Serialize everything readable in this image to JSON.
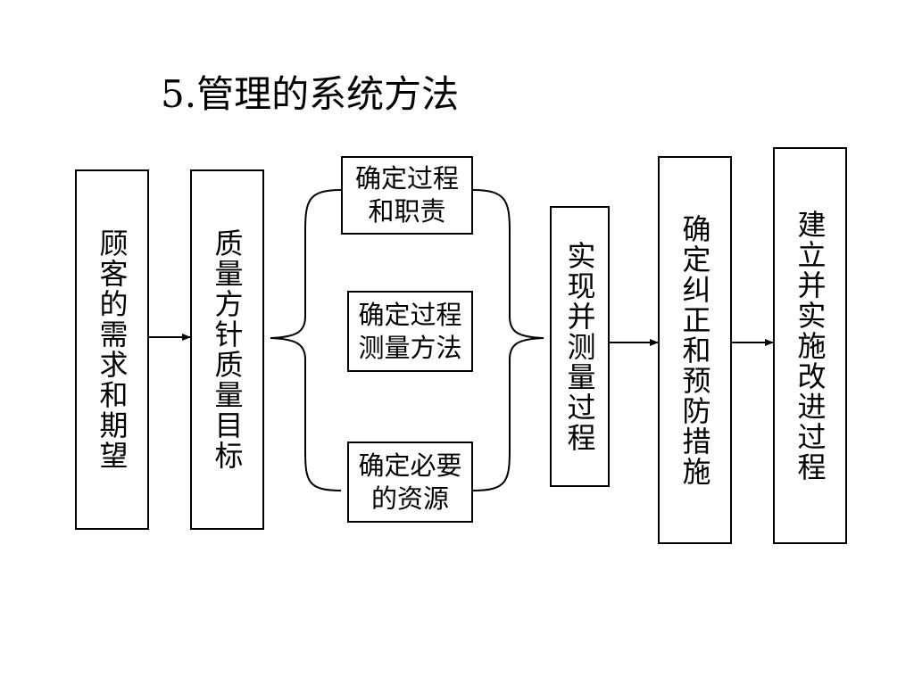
{
  "title": "5.管理的系统方法",
  "boxes": {
    "customer_needs": "顾客的需求和期望",
    "quality_policy": "质量方针质量目标",
    "process_responsibility": "确定过程\n和职责",
    "process_measurement": "确定过程\n测量方法",
    "necessary_resources": "确定必要\n的资源",
    "implement_measure": "实现并测量过程",
    "corrective_preventive": "确定纠正和预防措施",
    "improve_process": "建立并实施改进过程"
  }
}
